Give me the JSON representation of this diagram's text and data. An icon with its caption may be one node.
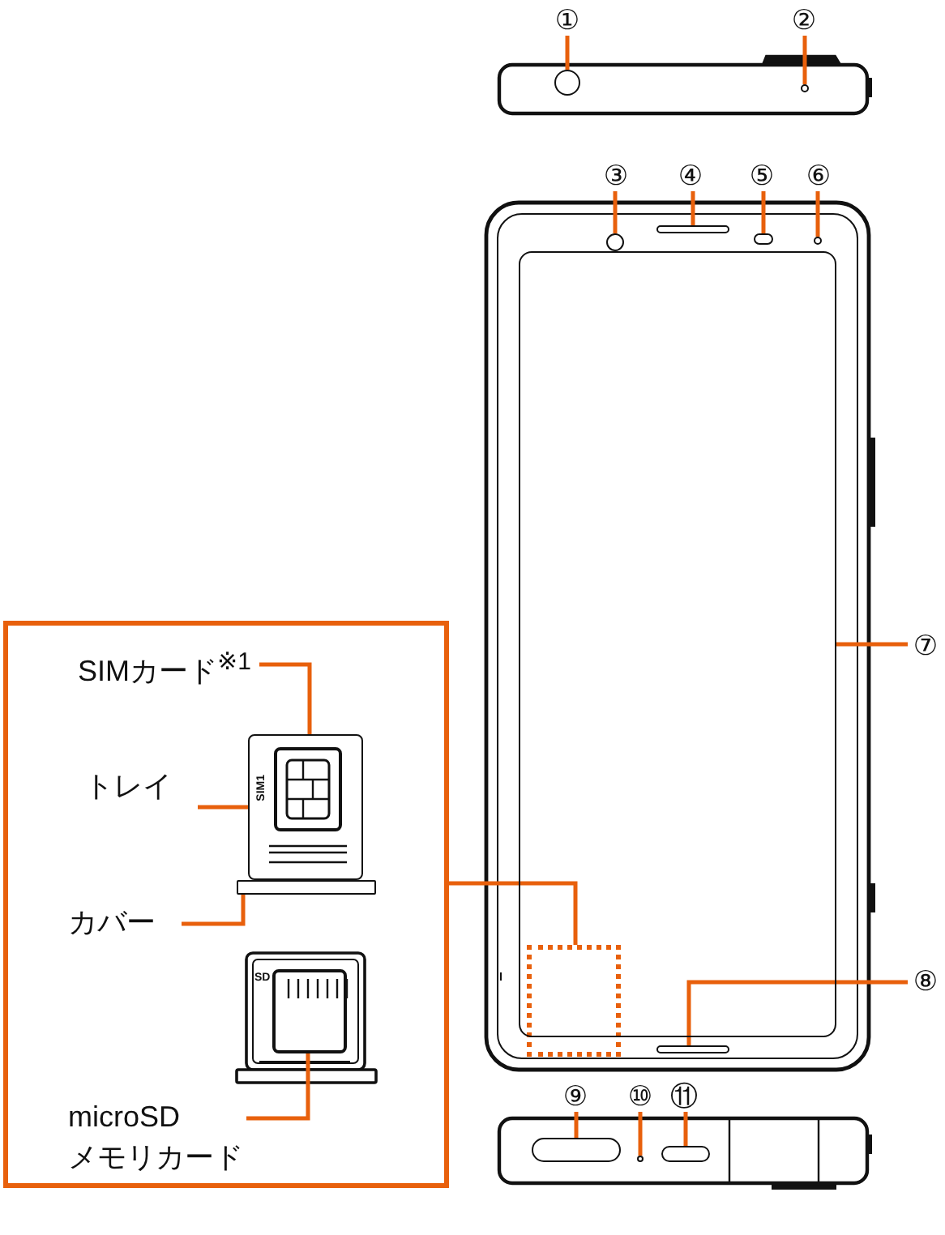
{
  "diagram": {
    "nodes": [
      {
        "text": [
          "①"
        ]
      },
      {
        "text": [
          "②"
        ]
      },
      {
        "text": [
          "③"
        ]
      },
      {
        "text": [
          "④"
        ]
      },
      {
        "text": [
          "⑤"
        ]
      },
      {
        "text": [
          "⑥"
        ]
      },
      {
        "text": [
          "⑦"
        ]
      },
      {
        "text": [
          "⑧"
        ]
      },
      {
        "text": [
          "⑨"
        ]
      },
      {
        "text": [
          "⑩"
        ]
      },
      {
        "text": [
          "⑪"
        ]
      },
      {
        "text": [],
        "shape": "box"
      },
      {
        "text": [
          "SIMカード$^{※1}$"
        ],
        "in": 11
      },
      {
        "text": [
          "トレイ"
        ],
        "in": 11
      },
      {
        "text": [
          "カバー"
        ],
        "in": 11
      },
      {
        "text": [
          "microSDメモリカード"
        ],
        "in": 11
      },
      {
        "text": [],
        "shape": "box"
      },
      {
        "text": [],
        "shape": "circle"
      },
      {
        "text": [],
        "shape": "circle"
      },
      {
        "text": [],
        "shape": "circle"
      },
      {
        "text": [],
        "shape": "bar"
      },
      {
        "text": [],
        "shape": "bar"
      },
      {
        "text": [],
        "shape": "circle"
      },
      {
        "text": [],
        "shape": "box"
      },
      {
        "text": [],
        "shape": "bar"
      },
      {
        "text": [],
        "shape": "bar"
      },
      {
        "text": [],
        "shape": "circle"
      },
      {
        "text": [],
        "shape": "bar"
      },
      {
        "text": [],
        "shape": "box",
        "in": 11
      },
      {
        "text": [],
        "shape": "box",
        "in": 28
      },
      {
        "text": [],
        "shape": "bar",
        "in": 11
      },
      {
        "text": [],
        "shape": "box",
        "in": 11
      }
    ],
    "edges": [
      {
        "from": 0,
        "to": 17,
        "arrow": "none"
      },
      {
        "from": 1,
        "to": 18,
        "arrow": "none"
      },
      {
        "from": 2,
        "to": 19,
        "arrow": "none"
      },
      {
        "from": 3,
        "to": 20,
        "arrow": "none"
      },
      {
        "from": 4,
        "to": 21,
        "arrow": "none"
      },
      {
        "from": 5,
        "to": 22,
        "arrow": "none"
      },
      {
        "from": 6,
        "to": 23,
        "arrow": "none"
      },
      {
        "from": 7,
        "to": 24,
        "arrow": "none"
      },
      {
        "from": 8,
        "to": 25,
        "arrow": "none"
      },
      {
        "from": 9,
        "to": 26,
        "arrow": "none"
      },
      {
        "from": 10,
        "to": 27,
        "arrow": "none"
      },
      {
        "from": 11,
        "to": 16,
        "arrow": "none"
      },
      {
        "from": 12,
        "to": 29,
        "arrow": "none"
      },
      {
        "from": 13,
        "to": 28,
        "arrow": "none"
      },
      {
        "from": 14,
        "to": 30,
        "arrow": "none"
      },
      {
        "from": 15,
        "to": 31,
        "arrow": "none"
      }
    ],
    "labels": [
      "SIM1",
      "SD"
    ]
  }
}
